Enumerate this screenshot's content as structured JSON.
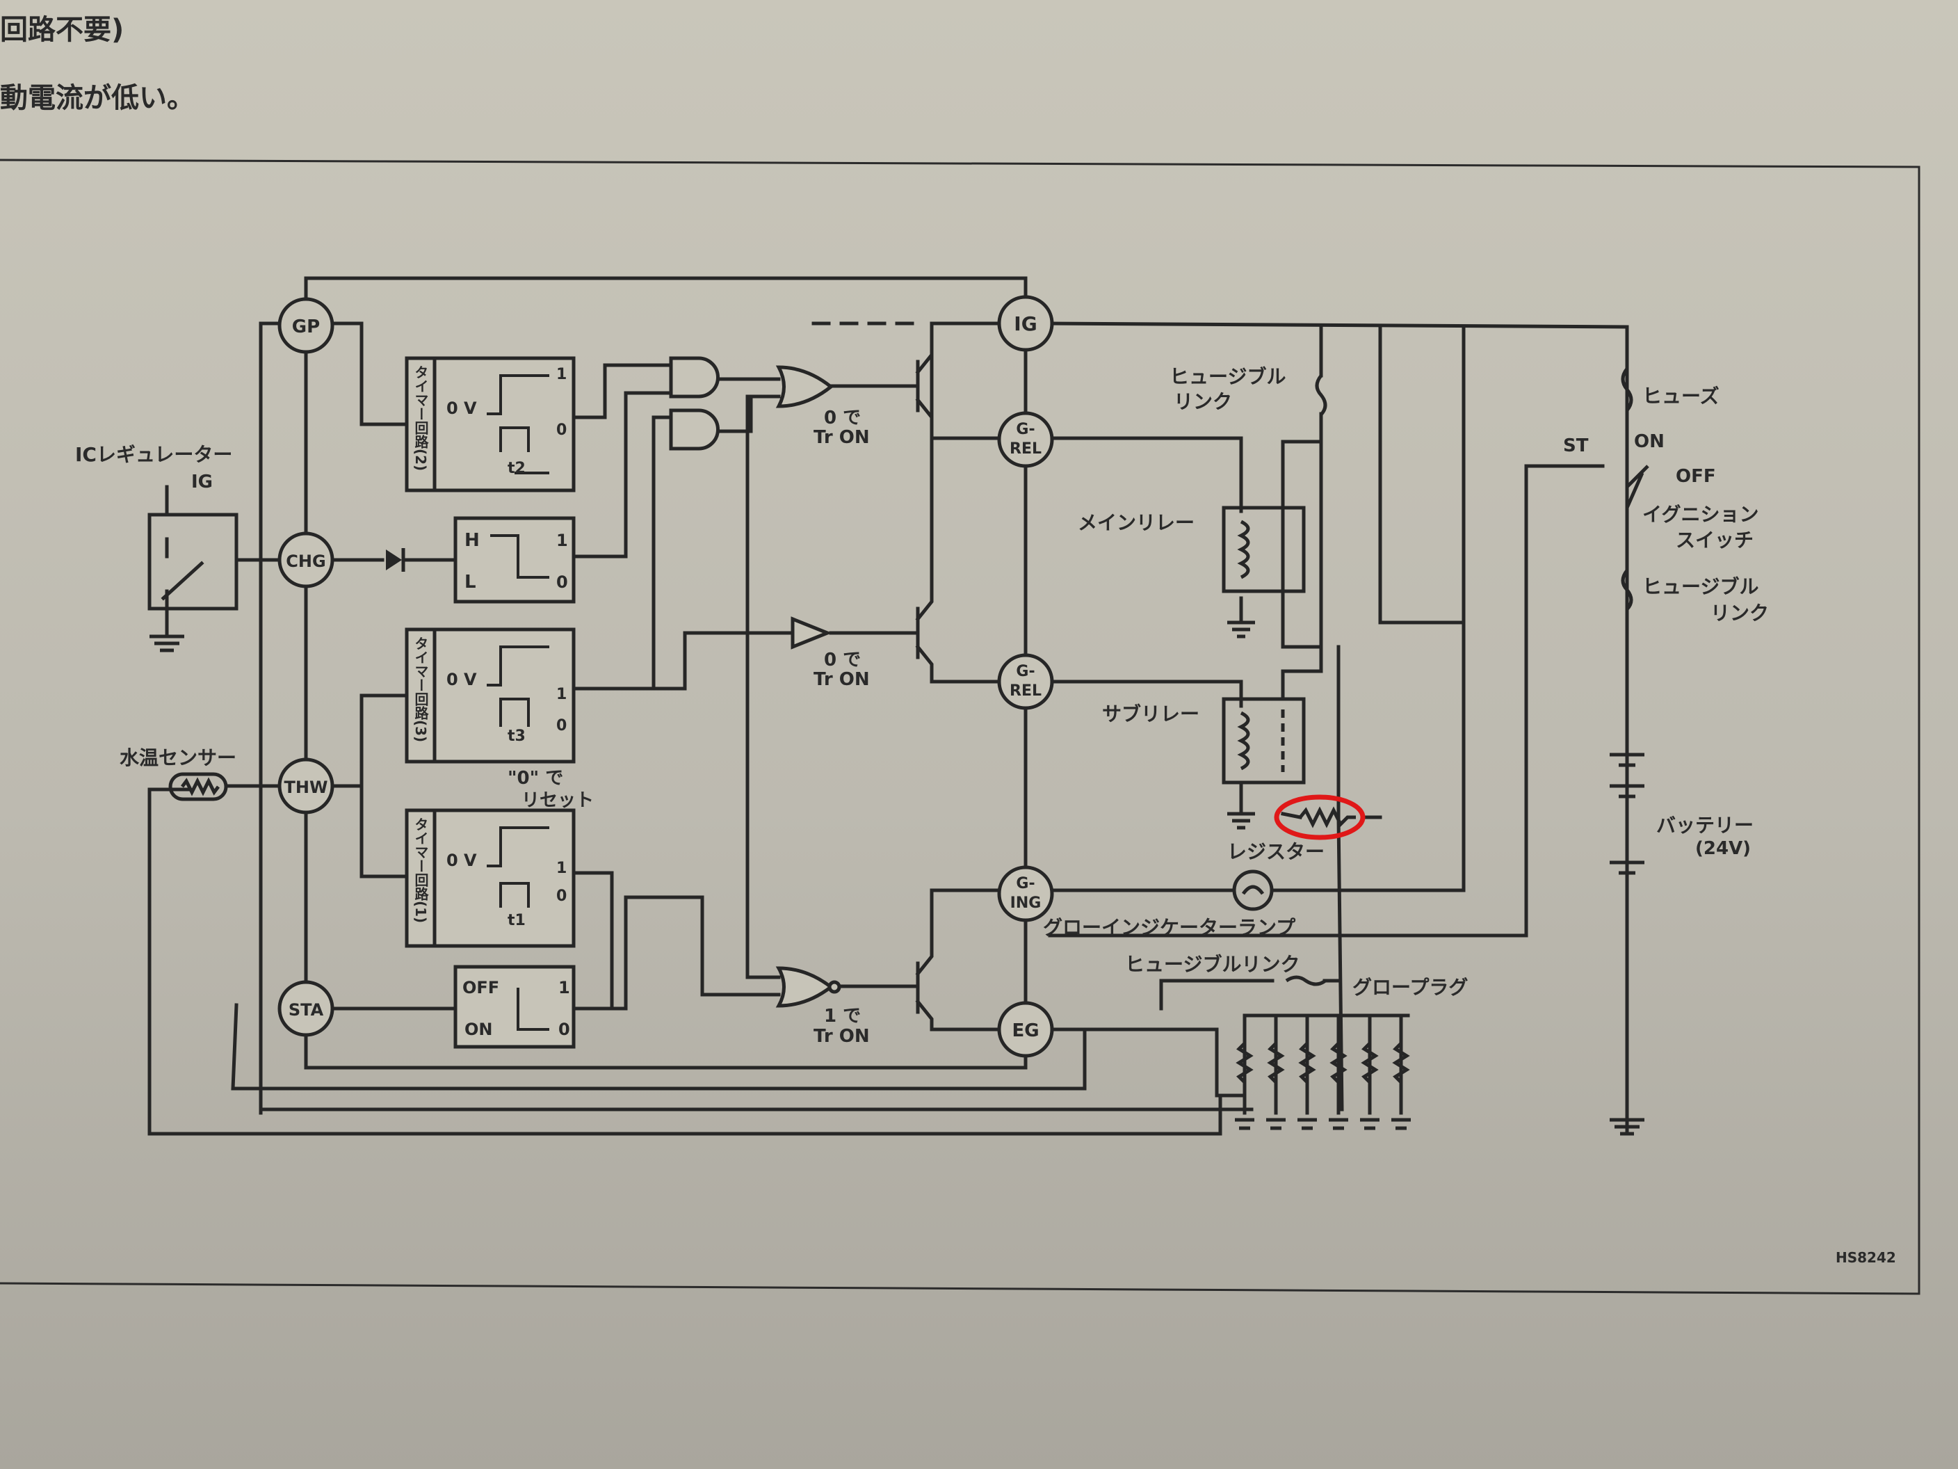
{
  "header_lines": [
    "回路不要)",
    "動電流が低い。"
  ],
  "figure_code": "HS8242",
  "terminals": {
    "gp": "GP",
    "chg": "CHG",
    "thw": "THW",
    "sta": "STA",
    "ig": "IG",
    "g_rel_1_top": "G-",
    "g_rel_1_bottom": "REL",
    "g_rel_2_top": "G-",
    "g_rel_2_bottom": "REL",
    "g_ing_top": "G-",
    "g_ing_bottom": "ING",
    "eg": "EG"
  },
  "labels": {
    "ic_regulator": "ICレギュレーター",
    "ic_ig": "IG",
    "water_temp_sensor": "水温センサー",
    "reset_note_1": "\"0\" で",
    "reset_note_2": "リセット",
    "tr_on_1_a": "0 で",
    "tr_on_1_b": "Tr ON",
    "tr_on_2_a": "0 で",
    "tr_on_2_b": "Tr ON",
    "tr_on_3_a": "1 で",
    "tr_on_3_b": "Tr ON",
    "fusible_link_top_1": "ヒュージブル",
    "fusible_link_top_2": "リンク",
    "main_relay": "メインリレー",
    "sub_relay": "サブリレー",
    "resistor": "レジスター",
    "glow_indicator_lamp": "グローインジケーターランプ",
    "fusible_link_mid": "ヒュージブルリンク",
    "glow_plug": "グロープラグ",
    "fuse": "ヒューズ",
    "st": "ST",
    "on": "ON",
    "off": "OFF",
    "ignition_switch_1": "イグニション",
    "ignition_switch_2": "スイッチ",
    "fusible_link_right_1": "ヒュージブル",
    "fusible_link_right_2": "リンク",
    "battery_1": "バッテリー",
    "battery_2": "(24V)"
  },
  "blocks": {
    "timer2": {
      "name": "タイマー回路(2)",
      "zero_v": "0 V",
      "one": "1",
      "zero": "0",
      "t": "t2"
    },
    "timer3": {
      "name": "タイマー回路(3)",
      "zero_v": "0 V",
      "one": "1",
      "zero": "0",
      "t": "t3"
    },
    "timer1": {
      "name": "タイマー回路(1)",
      "zero_v": "0 V",
      "one": "1",
      "zero": "0",
      "t": "t1"
    },
    "hl": {
      "h": "H",
      "l": "L",
      "one": "1",
      "zero": "0"
    },
    "offon": {
      "off": "OFF",
      "on": "ON",
      "one": "1",
      "zero": "0"
    }
  },
  "annotation": {
    "shape": "ellipse",
    "color": "#e01818",
    "target": "resistor"
  }
}
